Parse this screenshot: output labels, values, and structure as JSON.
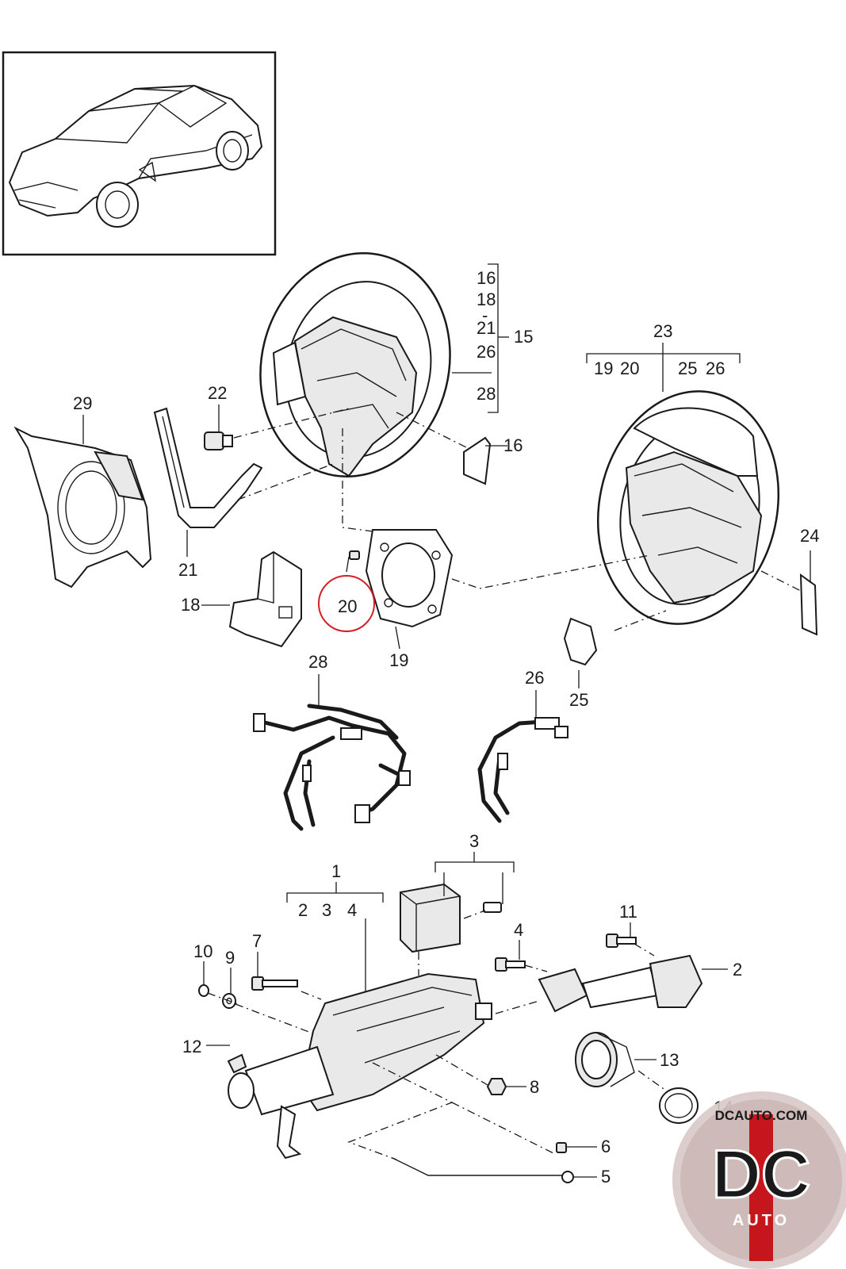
{
  "callouts": {
    "c1": "1",
    "c2": "2",
    "c3": "3",
    "c4": "4",
    "c5": "5",
    "c6": "6",
    "c7": "7",
    "c8": "8",
    "c9": "9",
    "c10": "10",
    "c11": "11",
    "c12": "12",
    "c13": "13",
    "c14": "14",
    "c15": "15",
    "c16": "16",
    "c18": "18",
    "c19": "19",
    "c20": "20",
    "c21": "21",
    "c22": "22",
    "c23": "23",
    "c24": "24",
    "c25": "25",
    "c26": "26",
    "c28": "28",
    "c29": "29"
  },
  "group15": {
    "a": "16",
    "b": "18",
    "dash": "-",
    "c": "21",
    "d": "26",
    "e": "28"
  },
  "group23": {
    "a": "19",
    "b": "20",
    "c": "25",
    "d": "26"
  },
  "group1": {
    "a": "2",
    "b": "3",
    "c": "4"
  },
  "watermark": {
    "site": "DCAUTO.COM",
    "mark": "DC",
    "sub": "AUTO"
  },
  "colors": {
    "highlight": "#d32027",
    "logo_dark": "#1a1a1a",
    "logo_red": "#c4161c"
  }
}
